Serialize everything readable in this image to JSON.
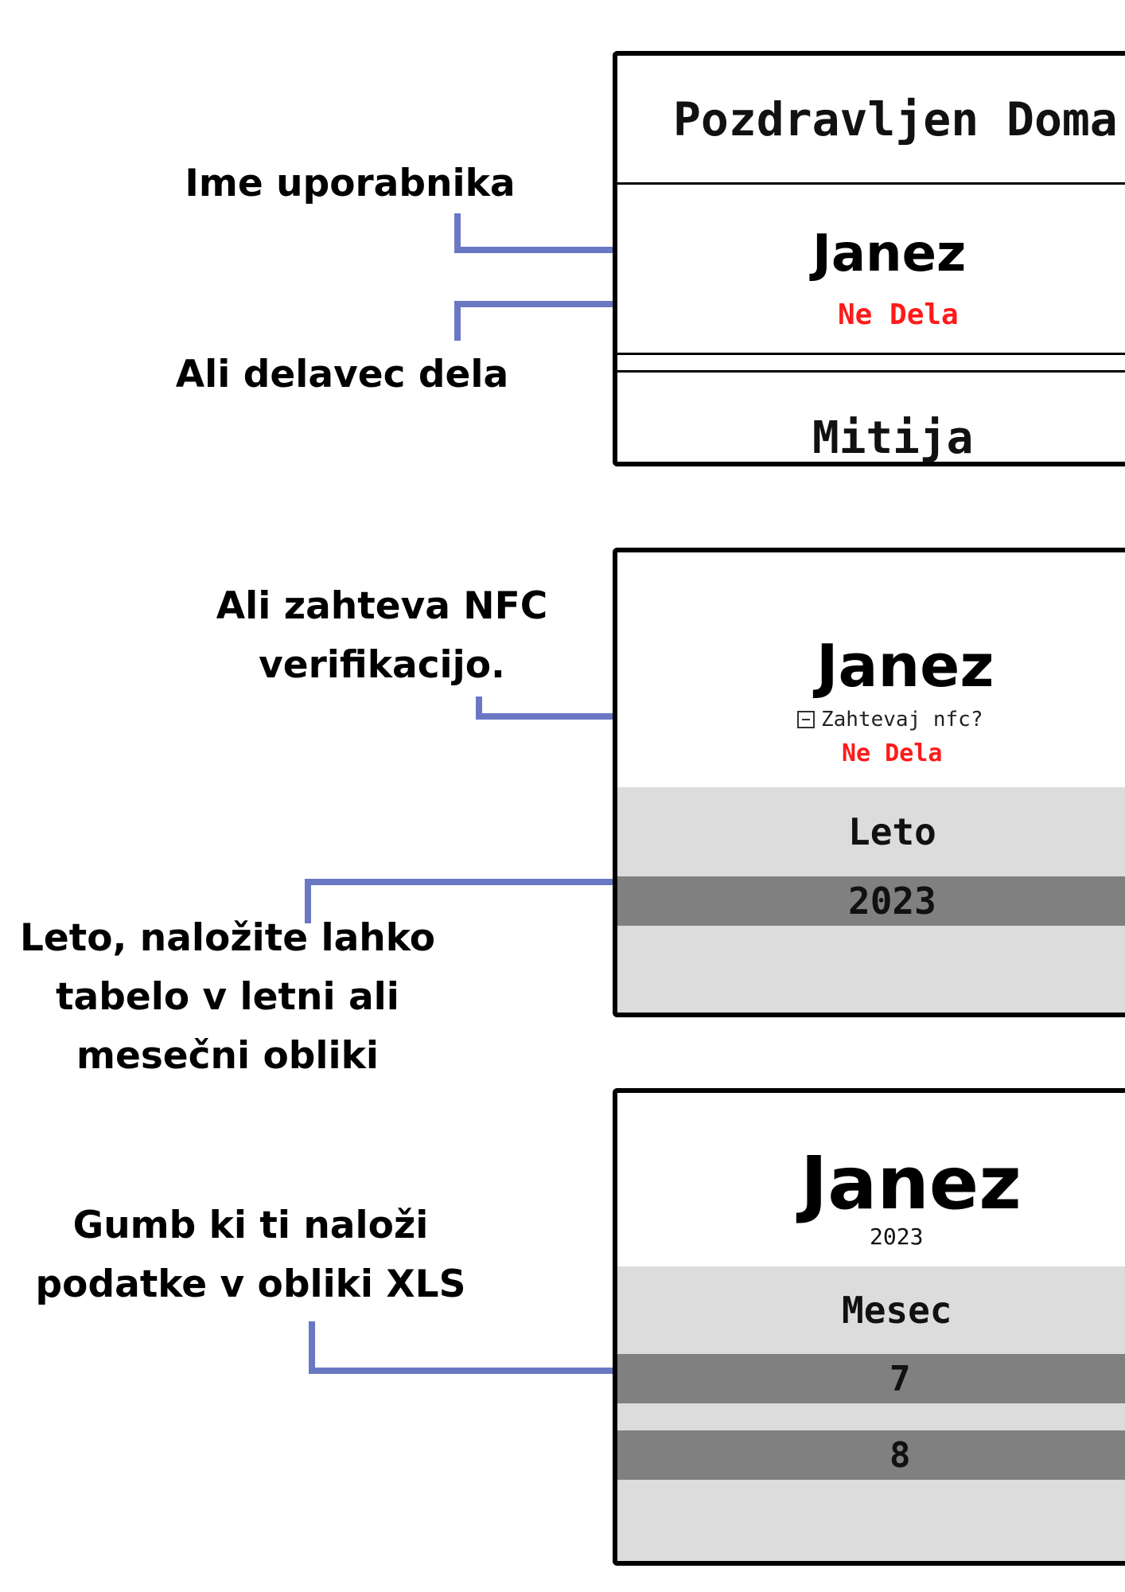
{
  "annotations": {
    "username": "Ime uporabnika",
    "working": "Ali delavec dela",
    "nfc": "Ali zahteva NFC\nverifikacijo.",
    "year": "Leto, naložite lahko\ntabelo v letni ali\nmesečni obliki",
    "xls": "Gumb ki ti naloži\npodatke v obliki XLS"
  },
  "screen1": {
    "header": "Pozdravljen Doma",
    "users": [
      {
        "name": "Janez",
        "status": "Ne Dela"
      },
      {
        "name": "Mitija"
      }
    ]
  },
  "screen2": {
    "name": "Janez",
    "nfc_label": "Zahtevaj nfc?",
    "status": "Ne Dela",
    "column_header": "Leto",
    "years": [
      "2023"
    ]
  },
  "screen3": {
    "name": "Janez",
    "year": "2023",
    "column_header": "Mesec",
    "months": [
      "7",
      "8"
    ]
  },
  "colors": {
    "connector": "#6a78c4",
    "status_red": "#ff1a1a",
    "row_light": "#dcdcdc",
    "row_dark": "#808080"
  }
}
